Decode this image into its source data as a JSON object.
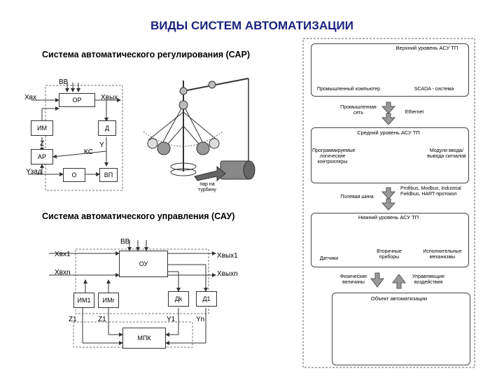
{
  "page": {
    "title": "ВИДЫ СИСТЕМ АВТОМАТИЗАЦИИ"
  },
  "sar": {
    "heading": "Система автоматического регулирования (САР)",
    "bb": "ВВ",
    "or": "ОР",
    "im": "ИМ",
    "d": "Д",
    "ar": "АР",
    "o": "О",
    "vp": "ВП",
    "ks": "КС",
    "z": "Z",
    "y": "Y",
    "x_in": "Xвх",
    "x_out": "Xвых",
    "y_zad": "Yзад",
    "turbine_label": "пар на турбину"
  },
  "sau": {
    "heading": "Система автоматического управления (САУ)",
    "bb": "ВВ",
    "ou": "ОУ",
    "x_in1": "Xвх1",
    "x_inn": "Xвхn",
    "x_out1": "Xвых1",
    "x_outn": "Xвыхn",
    "im1": "ИМ1",
    "imr": "ИМr",
    "dk": "Дk",
    "d1": "Д1",
    "z1a": "Z1",
    "z1b": "Z1",
    "y1": "Y1",
    "yn": "Yn",
    "mpk": "МПК"
  },
  "asutp": {
    "top_level": "Верхний уровень АСУ ТП",
    "industrial_pc": "Промышленный компьютер",
    "scada": "SCADA - система",
    "industrial_net": "Промышленная сеть",
    "ethernet": "Ethernet",
    "mid_level": "Средний уровень АСУ ТП",
    "plc": "Программируемые логические контроллеры",
    "io_modules": "Модули ввода/вывода сигналов",
    "field_bus": "Полевая шина",
    "protocols": "Profibus, Modbus, Industrial Fieldbus, HART-протокол",
    "low_level": "Нижний уровень АСУ ТП",
    "sensors": "Датчики",
    "secondary": "Вторичные приборы",
    "actuators": "Исполнительные механизмы",
    "physical": "Физические величины",
    "control": "Управляющие воздействия",
    "object": "Объект автоматизации"
  }
}
